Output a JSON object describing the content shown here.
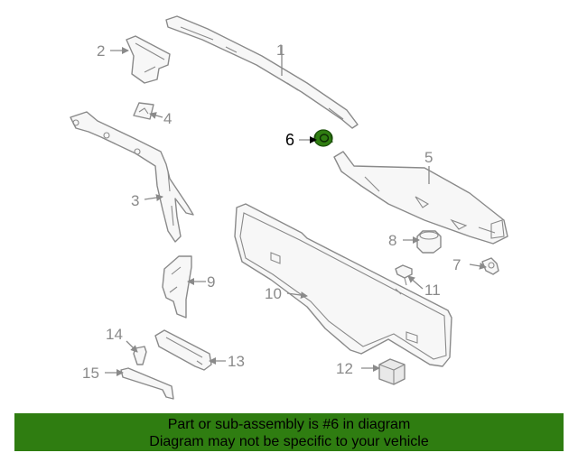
{
  "diagram": {
    "highlight_color": "#2f7d11",
    "highlighted_callout": "6",
    "callouts": [
      {
        "id": "1",
        "text": "1"
      },
      {
        "id": "2",
        "text": "2"
      },
      {
        "id": "3",
        "text": "3"
      },
      {
        "id": "4",
        "text": "4"
      },
      {
        "id": "5",
        "text": "5"
      },
      {
        "id": "6",
        "text": "6"
      },
      {
        "id": "7",
        "text": "7"
      },
      {
        "id": "8",
        "text": "8"
      },
      {
        "id": "9",
        "text": "9"
      },
      {
        "id": "10",
        "text": "10"
      },
      {
        "id": "11",
        "text": "11"
      },
      {
        "id": "12",
        "text": "12"
      },
      {
        "id": "13",
        "text": "13"
      },
      {
        "id": "14",
        "text": "14"
      },
      {
        "id": "15",
        "text": "15"
      }
    ]
  },
  "banner": {
    "line1": "Part or sub-assembly is #6 in diagram",
    "line2": "Diagram may not be specific to your vehicle",
    "background": "#2f7d11"
  }
}
